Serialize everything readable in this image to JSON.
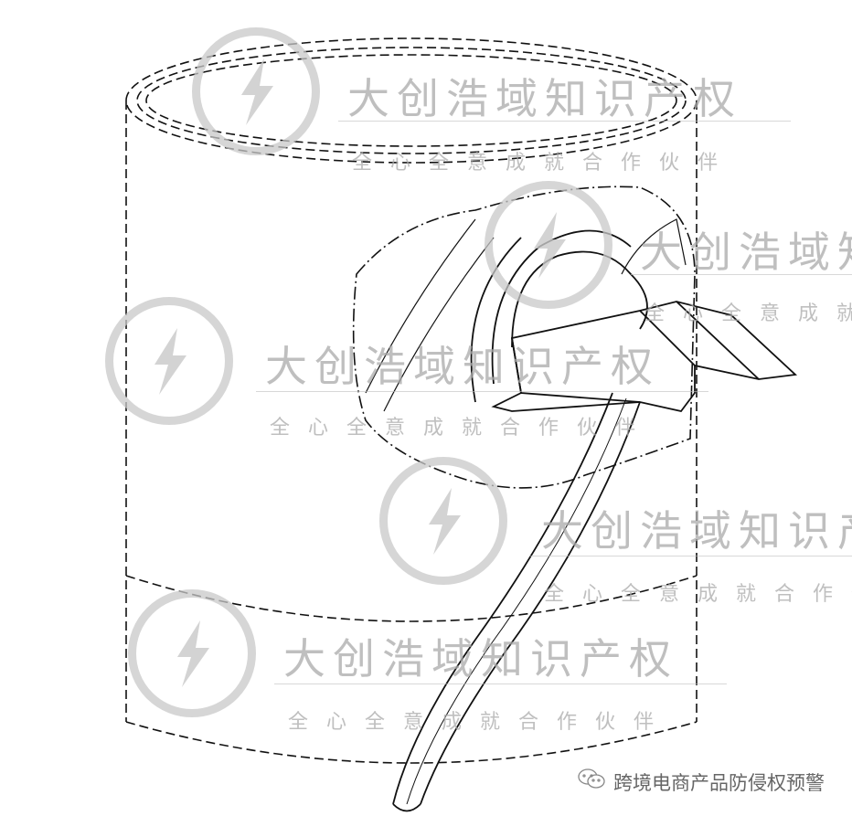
{
  "watermark": {
    "title": "大创浩域知识产权",
    "subtitle": "全心全意成就合作伙伴"
  },
  "footer": {
    "icon": "wechat-icon",
    "text": "跨境电商产品防侵权预警"
  }
}
